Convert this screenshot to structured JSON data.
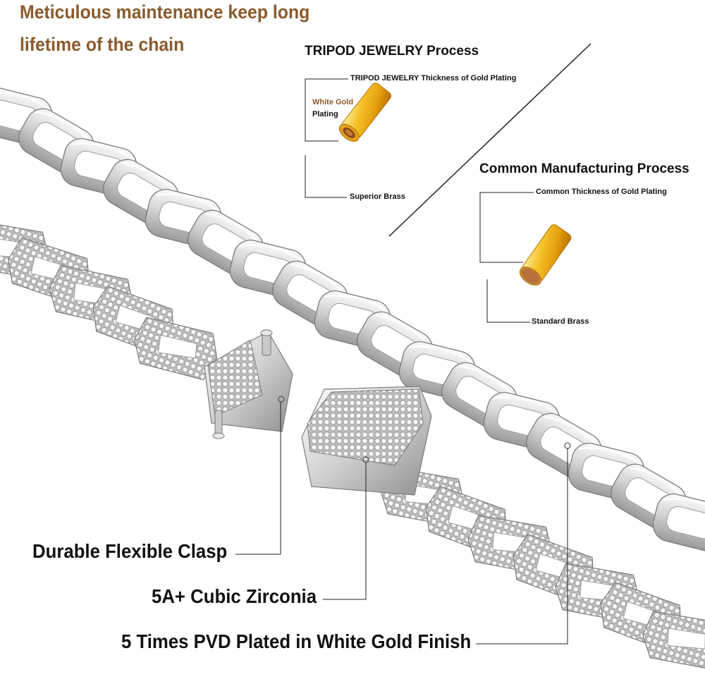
{
  "headline": {
    "line1": "Meticulous maintenance keep long",
    "line2": "lifetime of the chain"
  },
  "tripod_process": {
    "title": "TRIPOD JEWELRY Process",
    "thickness_label": "TRIPOD JEWELRY Thickness of Gold Plating",
    "plating_line1": "White Gold",
    "plating_line2": "Plating",
    "base_label": "Superior Brass"
  },
  "common_process": {
    "title": "Common Manufacturing Process",
    "thickness_label": "Common Thickness of Gold Plating",
    "base_label": "Standard Brass"
  },
  "features": {
    "clasp": "Durable Flexible Clasp",
    "zirconia": "5A+ Cubic Zirconia",
    "plating": "5 Times PVD Plated in White Gold Finish"
  },
  "colors": {
    "headline": "#8a5a2b",
    "text": "#111111",
    "silver": "#d8d8d8",
    "gold": "#f2b01e"
  }
}
